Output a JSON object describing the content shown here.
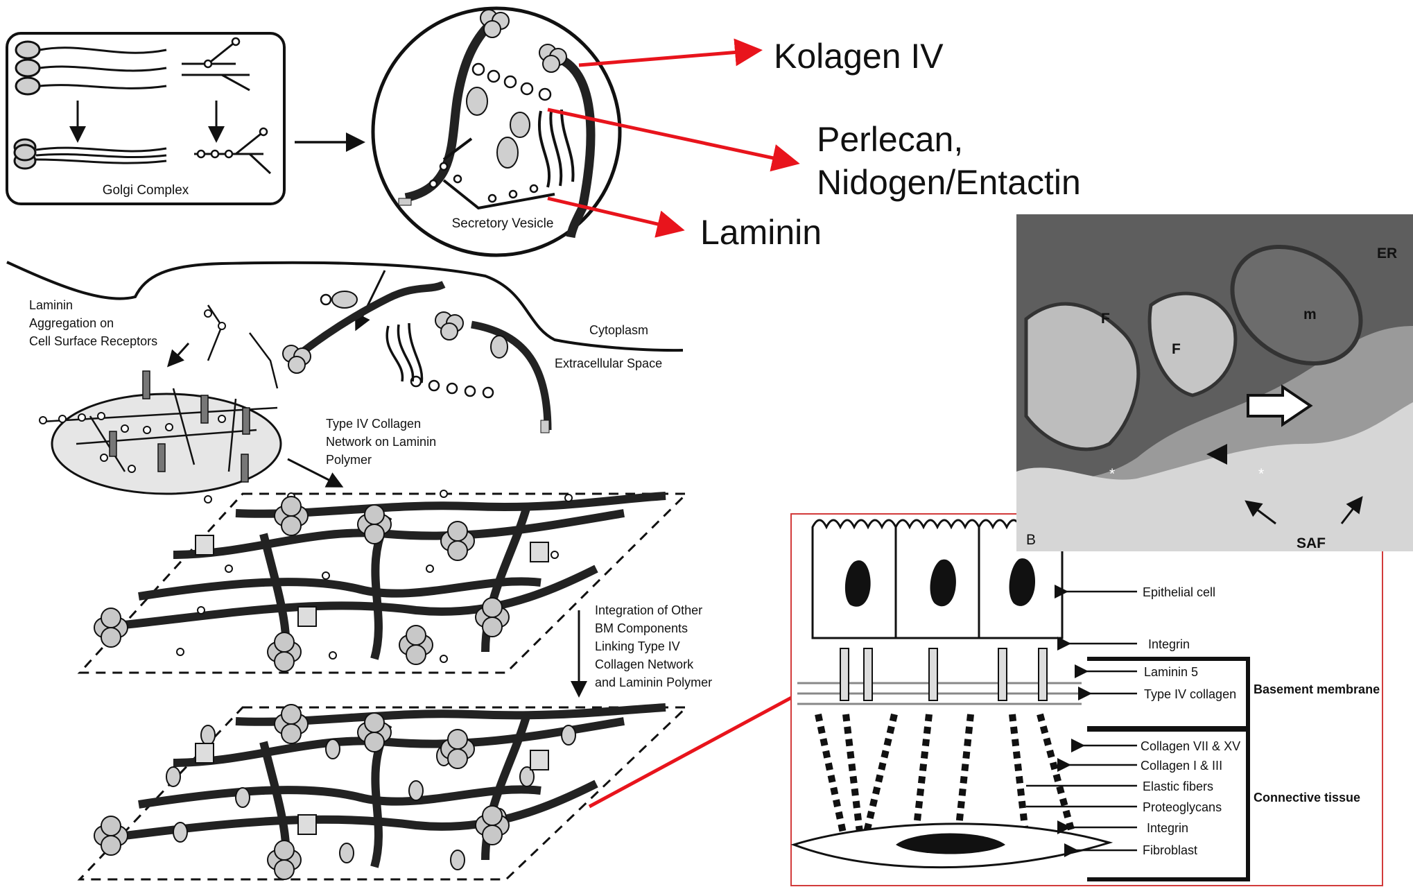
{
  "callouts": {
    "kolagen": "Kolagen IV",
    "perlecan_1": "Perlecan,",
    "perlecan_2": "Nidogen/Entactin",
    "laminin": "Laminin"
  },
  "scheme": {
    "golgi": "Golgi Complex",
    "vesicle": "Secretory Vesicle",
    "aggregation": [
      "Laminin",
      "Aggregation on",
      "Cell Surface Receptors"
    ],
    "cytoplasm": "Cytoplasm",
    "extracellular": "Extracellular Space",
    "network": [
      "Type IV Collagen",
      "Network on Laminin",
      "Polymer"
    ],
    "integration": [
      "Integration of Other",
      "BM Components",
      "Linking Type IV",
      "Collagen Network",
      "and Laminin Polymer"
    ]
  },
  "micrograph": {
    "panel": "B",
    "labels": [
      "ER",
      "F",
      "F",
      "m",
      "SAF",
      "*",
      "*"
    ]
  },
  "bm_diagram": {
    "labels": [
      "Epithelial cell",
      "Integrin",
      "Laminin 5",
      "Type IV collagen",
      "Collagen VII & XV",
      "Collagen I & III",
      "Elastic fibers",
      "Proteoglycans",
      "Integrin",
      "Fibroblast"
    ],
    "group_basement": "Basement membrane",
    "group_connective": "Connective tissue"
  },
  "colors": {
    "arrow": "#e8141c",
    "line": "#111111",
    "fill": "#cfcfcf",
    "panel_border": "#d23a3a"
  }
}
